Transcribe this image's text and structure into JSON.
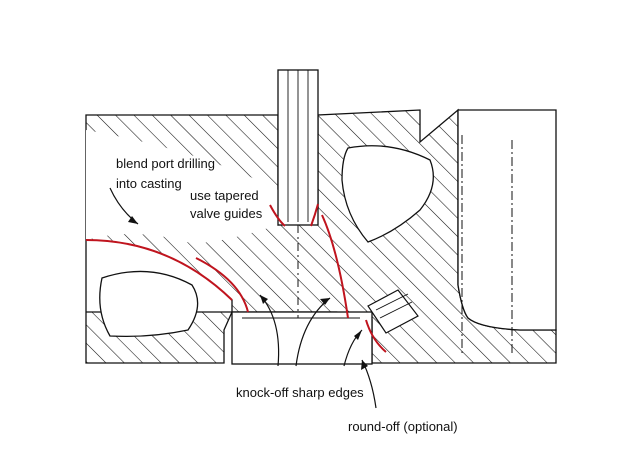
{
  "labels": {
    "blend_line1": "blend port drilling",
    "blend_line2": "into casting",
    "tapered_line1": "use tapered",
    "tapered_line2": "valve guides",
    "knock_off": "knock-off sharp edges",
    "round_off": "round-off (optional)"
  },
  "colors": {
    "outline": "#111111",
    "hatch": "#111111",
    "highlight": "#c0141e",
    "background": "#ffffff"
  }
}
